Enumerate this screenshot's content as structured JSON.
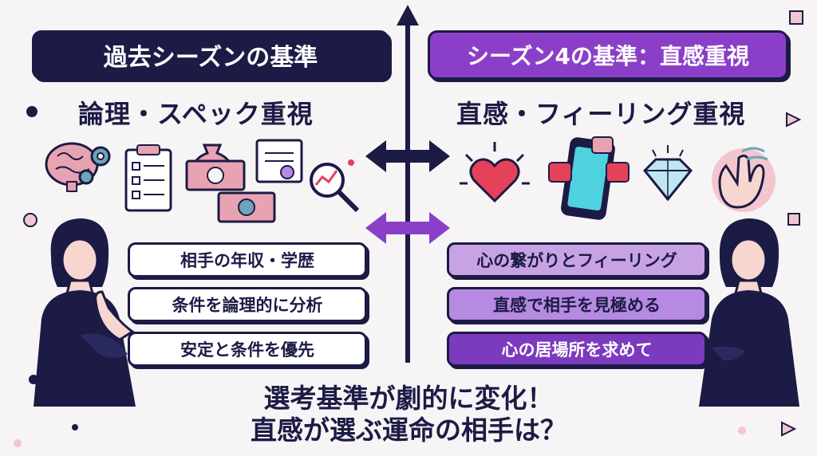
{
  "left": {
    "header": "過去シーズンの基準",
    "subtitle": "論理・スペック重視",
    "items": [
      "相手の年収・学歴",
      "条件を論理的に分析",
      "安定と条件を優先"
    ]
  },
  "right": {
    "header": "シーズン4の基準：直感重視",
    "subtitle": "直感・フィーリング重視",
    "items": [
      "心の繋がりとフィーリング",
      "直感で相手を見極める",
      "心の居場所を求めて"
    ]
  },
  "bottom": {
    "line1": "選考基準が劇的に変化！",
    "line2": "直感が選ぶ運命の相手は？"
  },
  "icons": {
    "left": [
      "brain-gear-icon",
      "checklist-icon",
      "money-bag-icon",
      "banknotes-icon",
      "certificate-icon",
      "analysis-magnifier-icon"
    ],
    "right": [
      "heart-icon",
      "smartphone-hearts-icon",
      "diamond-icon",
      "hand-waves-icon"
    ]
  },
  "colors": {
    "navy": "#1c1b45",
    "purple": "#8b3fc8",
    "pink": "#e8a3b3",
    "red": "#e5425a"
  }
}
